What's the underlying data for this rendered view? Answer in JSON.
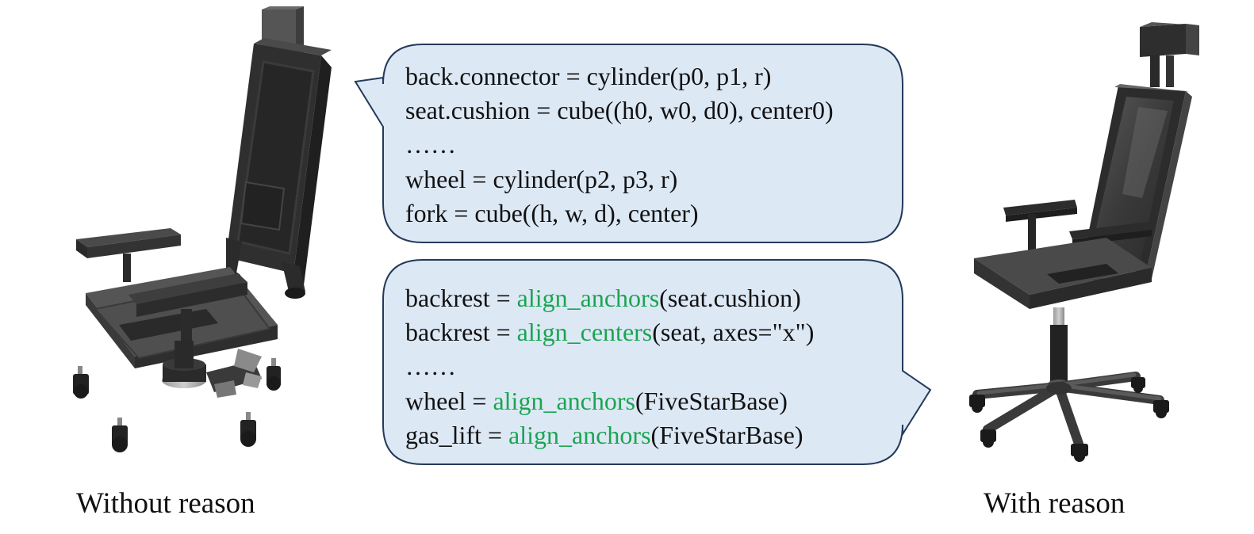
{
  "captions": {
    "left": "Without reason",
    "right": "With reason"
  },
  "top_bubble": {
    "lines": [
      "back.connector = cylinder(p0, p1, r)",
      "seat.cushion = cube((h0, w0, d0), center0)",
      "……",
      "wheel = cylinder(p2, p3, r)",
      "fork = cube((h, w, d), center)"
    ]
  },
  "bottom_bubble": {
    "lines": [
      {
        "pre": "backrest = ",
        "fn": "align_anchors",
        "post": "(seat.cushion)"
      },
      {
        "pre": "backrest = ",
        "fn": "align_centers",
        "post": "(seat, axes=\"x\")"
      },
      {
        "pre": "……",
        "fn": "",
        "post": ""
      },
      {
        "pre": "wheel = ",
        "fn": "align_anchors",
        "post": "(FiveStarBase)"
      },
      {
        "pre": "gas_lift = ",
        "fn": "align_anchors",
        "post": "(FiveStarBase)"
      }
    ]
  },
  "colors": {
    "bubble_fill": "#dde8f5",
    "bubble_stroke": "#243a5a",
    "function_green": "#1aa551",
    "chair_dark": "#2e2e2e",
    "chair_mid": "#4a4a4a",
    "chair_light": "#6a6a6a"
  }
}
